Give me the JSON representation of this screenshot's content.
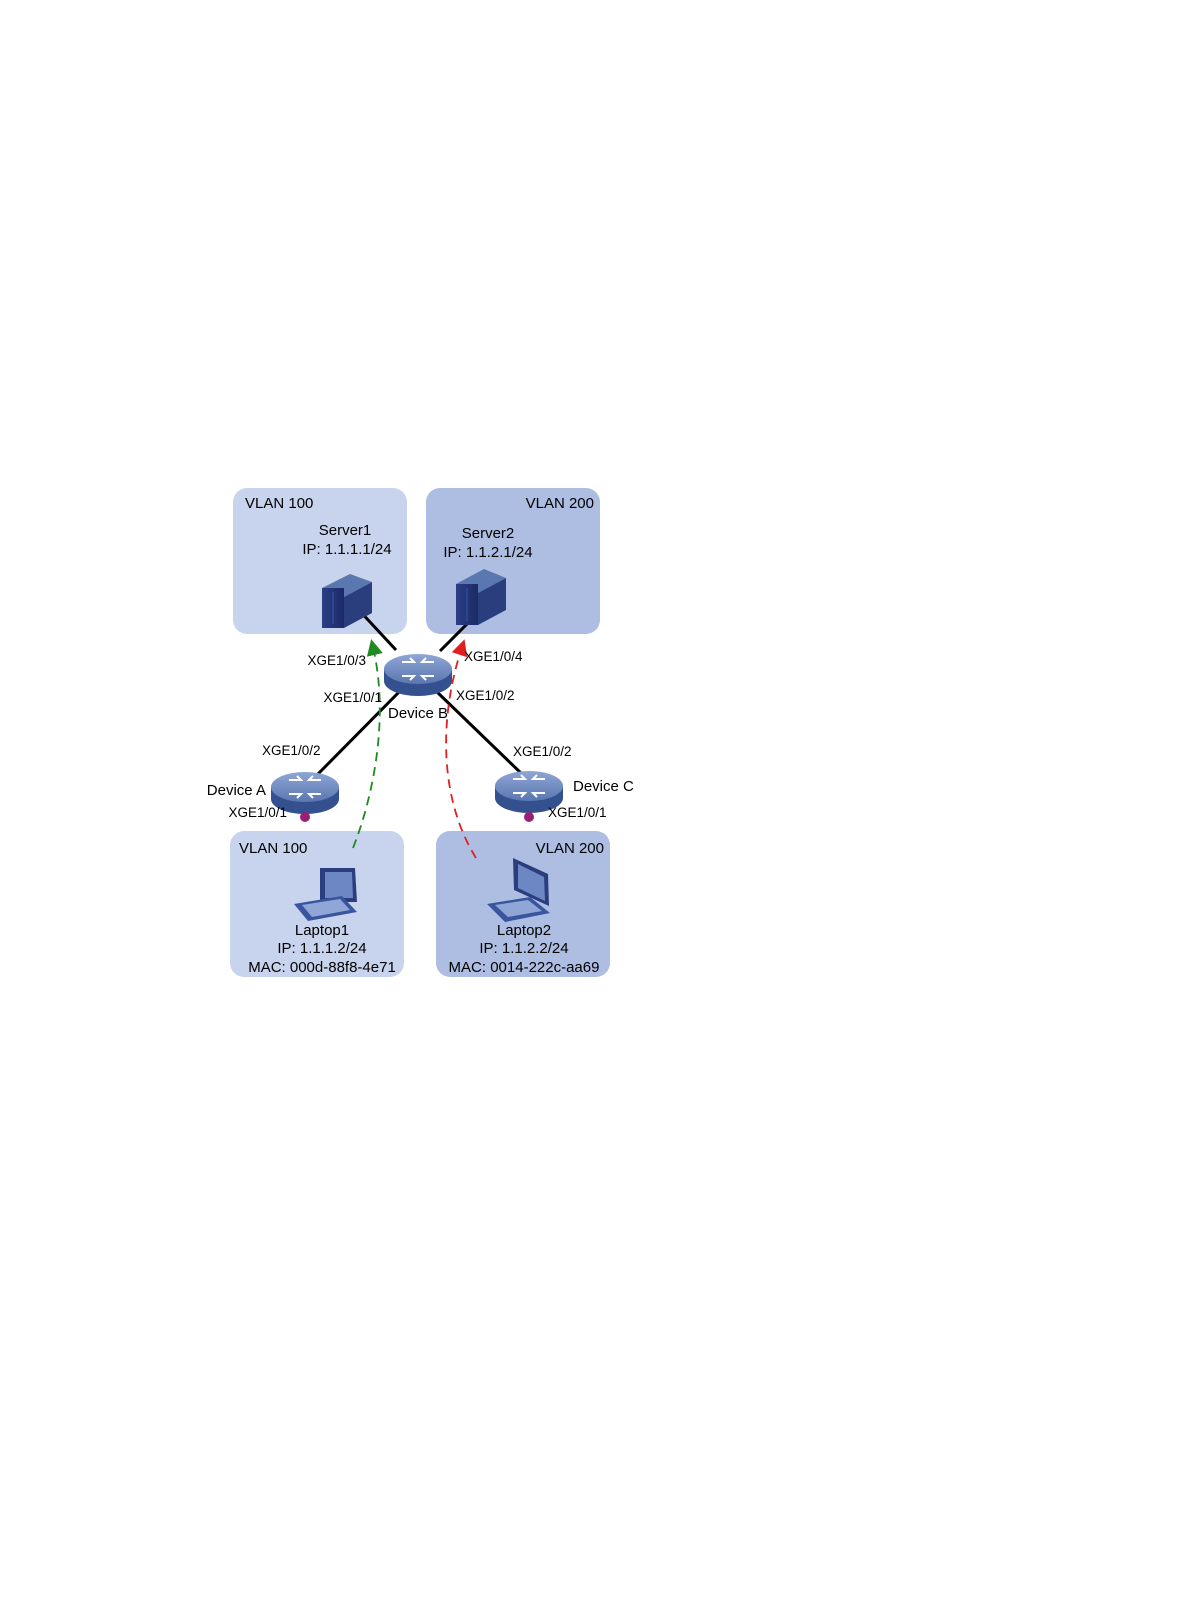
{
  "diagram": {
    "zones": {
      "top_left": {
        "vlan": "VLAN 100",
        "name": "Server1",
        "ip": "IP: 1.1.1.1/24"
      },
      "top_right": {
        "vlan": "VLAN 200",
        "name": "Server2",
        "ip": "IP: 1.1.2.1/24"
      },
      "bottom_left": {
        "vlan": "VLAN 100",
        "name": "Laptop1",
        "ip": "IP: 1.1.1.2/24",
        "mac": "MAC: 000d-88f8-4e71"
      },
      "bottom_right": {
        "vlan": "VLAN 200",
        "name": "Laptop2",
        "ip": "IP: 1.1.2.2/24",
        "mac": "MAC: 0014-222c-aa69"
      }
    },
    "devices": {
      "device_a": "Device A",
      "device_b": "Device B",
      "device_c": "Device C"
    },
    "ports": {
      "b_to_server1": "XGE1/0/3",
      "b_to_server2": "XGE1/0/4",
      "b_to_a": "XGE1/0/1",
      "b_to_c": "XGE1/0/2",
      "a_up": "XGE1/0/2",
      "a_down": "XGE1/0/1",
      "c_up": "XGE1/0/2",
      "c_down": "XGE1/0/1"
    },
    "colors": {
      "zone_light": "#c8d3ed",
      "zone_dark": "#aebde2",
      "device_body": "#5a77b0",
      "flow_vlan100": "#1f8a1f",
      "flow_vlan200": "#e02020",
      "port_dot": "#9b1f7a"
    }
  }
}
